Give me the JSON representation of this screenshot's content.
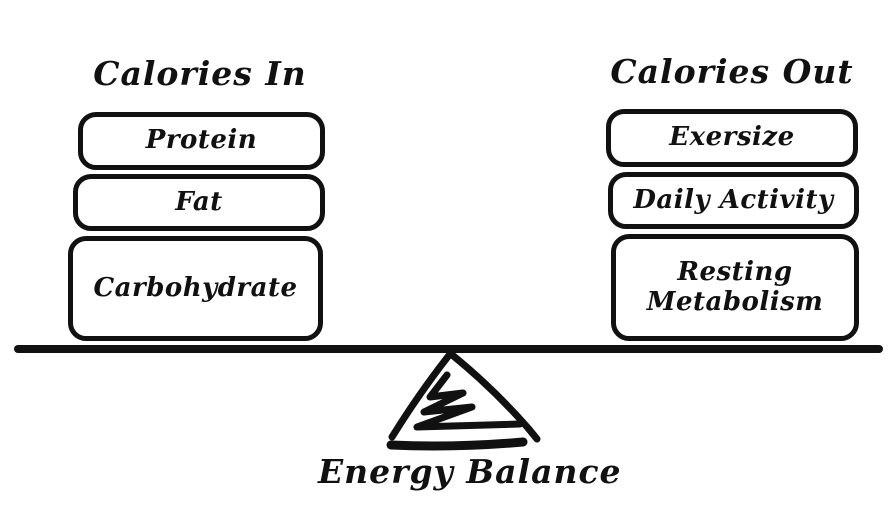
{
  "diagram": {
    "caption": "Energy Balance",
    "colors": {
      "ink": "#111111",
      "background": "#ffffff"
    }
  },
  "left_column": {
    "title": "Calories In",
    "items": [
      {
        "label": "Protein"
      },
      {
        "label": "Fat"
      },
      {
        "label": "Carbohydrate"
      }
    ]
  },
  "right_column": {
    "title": "Calories Out",
    "items": [
      {
        "label": "Exersize"
      },
      {
        "label": "Daily Activity"
      },
      {
        "label": "Resting Metabolism"
      }
    ]
  },
  "icons": {
    "fulcrum": "scribbled-triangle-fulcrum-icon"
  }
}
